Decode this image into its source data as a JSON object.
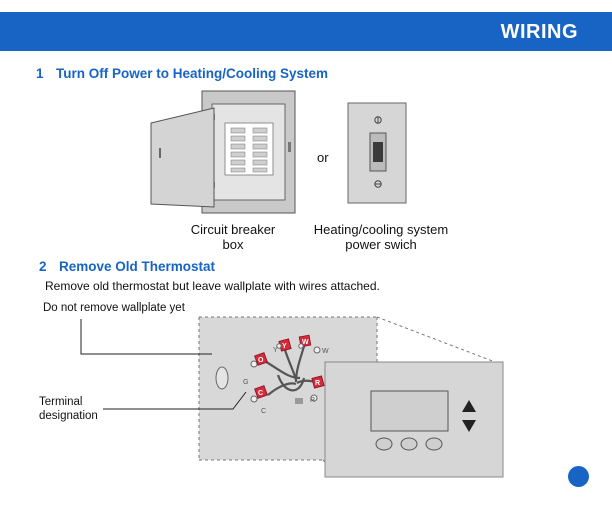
{
  "header": {
    "title": "WIRING"
  },
  "step1": {
    "number": "1",
    "title": "Turn Off Power to Heating/Cooling System",
    "separator": "or",
    "caption_breaker_line1": "Circuit breaker",
    "caption_breaker_line2": "box",
    "caption_switch_line1": "Heating/cooling system",
    "caption_switch_line2": "power swich"
  },
  "step2": {
    "number": "2",
    "title": "Remove Old Thermostat",
    "instruction": "Remove old thermostat but leave wallplate with wires attached.",
    "callout_wallplate": "Do not remove wallplate yet",
    "callout_terminal_line1": "Terminal",
    "callout_terminal_line2": "designation"
  },
  "terminals": [
    {
      "letter": "O"
    },
    {
      "letter": "Y"
    },
    {
      "letter": "W"
    },
    {
      "letter": "G"
    },
    {
      "letter": "C"
    },
    {
      "letter": "R"
    }
  ],
  "colors": {
    "brand_blue": "#1764c4",
    "terminal_red": "#d42a3a",
    "device_gray": "#d6d6d6"
  }
}
